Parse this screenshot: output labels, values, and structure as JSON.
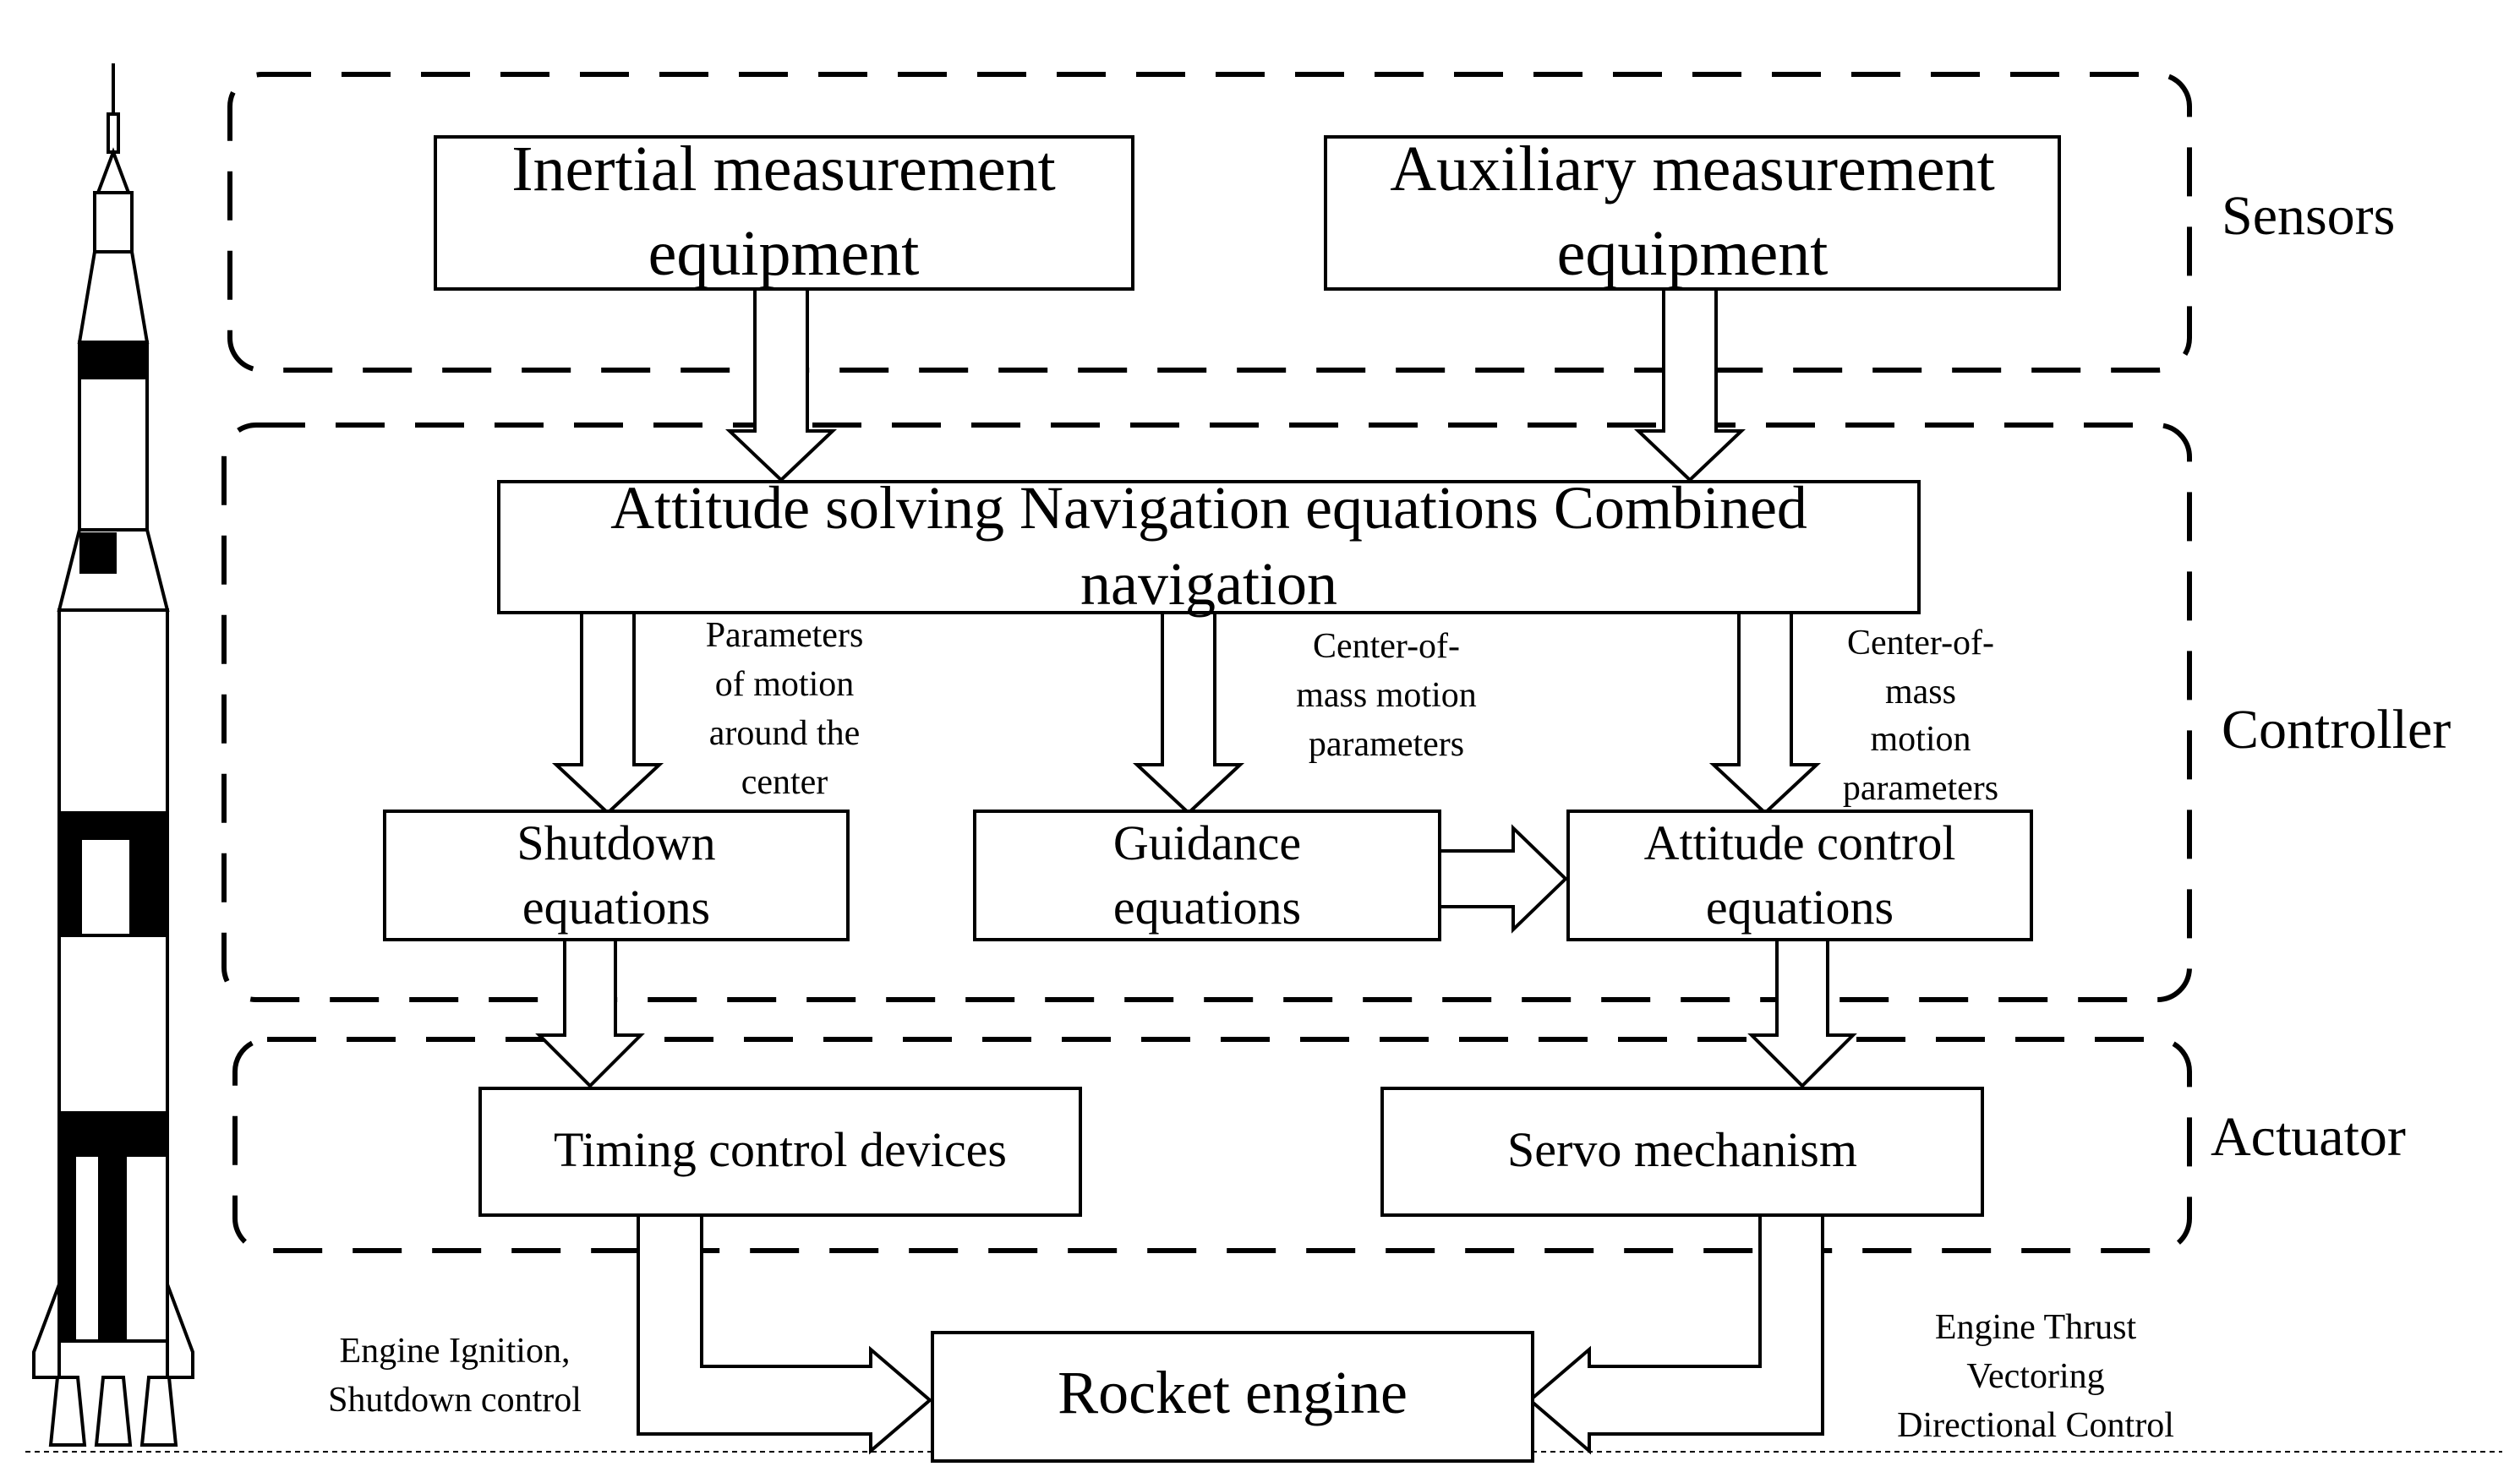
{
  "groups": {
    "sensors": "Sensors",
    "controller": "Controller",
    "actuator": "Actuator"
  },
  "boxes": {
    "inertial": [
      "Inertial measurement",
      "equipment"
    ],
    "auxiliary": [
      "Auxiliary measurement",
      "equipment"
    ],
    "navigation": [
      "Attitude solving Navigation equations Combined",
      "navigation"
    ],
    "shutdown": [
      "Shutdown",
      "equations"
    ],
    "guidance": [
      "Guidance",
      "equations"
    ],
    "attitude_control": [
      "Attitude control",
      "equations"
    ],
    "timing": [
      "Timing control devices"
    ],
    "servo": [
      "Servo mechanism"
    ],
    "engine": [
      "Rocket engine"
    ]
  },
  "annotations": {
    "motion_around_center": [
      "Parameters",
      "of motion",
      "around the",
      "center"
    ],
    "com_middle": [
      "Center-of-",
      "mass motion",
      "parameters"
    ],
    "com_right": [
      "Center-of-",
      "mass",
      "motion",
      "parameters"
    ],
    "ignition": [
      "Engine Ignition,",
      "Shutdown control"
    ],
    "thrust": [
      "Engine Thrust",
      "Vectoring",
      "Directional Control"
    ]
  },
  "colors": {
    "line": "#000000",
    "background": "#ffffff"
  },
  "icons": {
    "rocket": "rocket-icon"
  }
}
